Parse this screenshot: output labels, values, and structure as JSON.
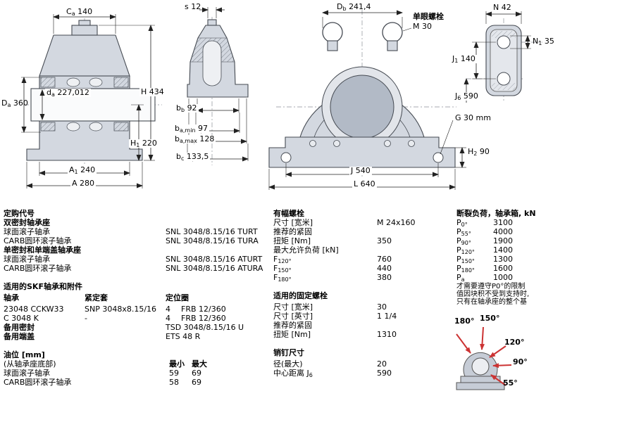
{
  "colors": {
    "accent_red": "#cc3333",
    "drawing_fill": "#d3d8e0"
  },
  "dims": {
    "ca": {
      "base": "C",
      "sub": "a",
      "value": "140"
    },
    "da": {
      "base": "d",
      "sub": "a",
      "value": "227,012"
    },
    "Da": {
      "base": "D",
      "sub": "a",
      "value": "360"
    },
    "H": {
      "base": "H",
      "sub": "",
      "value": "434"
    },
    "H1": {
      "base": "H",
      "sub": "1",
      "value": "220"
    },
    "A1": {
      "base": "A",
      "sub": "1",
      "value": "240"
    },
    "A": {
      "base": "A",
      "sub": "",
      "value": "280"
    },
    "s": {
      "base": "s",
      "sub": "",
      "value": "12"
    },
    "bb": {
      "base": "b",
      "sub": "b",
      "value": "92"
    },
    "bamin": {
      "base": "b",
      "sub": "a,min",
      "value": "97"
    },
    "bamax": {
      "base": "b",
      "sub": "a,max",
      "value": "128"
    },
    "bc": {
      "base": "b",
      "sub": "c",
      "value": "133,5"
    },
    "Db": {
      "base": "D",
      "sub": "b",
      "value": "241,4"
    },
    "J": {
      "base": "J",
      "sub": "",
      "value": "540"
    },
    "L": {
      "base": "L",
      "sub": "",
      "value": "640"
    },
    "G": {
      "base": "G",
      "sub": "",
      "value": "30 mm"
    },
    "H2": {
      "base": "H",
      "sub": "2",
      "value": "90"
    },
    "N": {
      "base": "N",
      "sub": "",
      "value": "42"
    },
    "N1": {
      "base": "N",
      "sub": "1",
      "value": "35"
    },
    "J1": {
      "base": "J",
      "sub": "1",
      "value": "140"
    },
    "J6": {
      "base": "J",
      "sub": "6",
      "value": "590"
    }
  },
  "eyebolt": {
    "label": "单眼螺栓",
    "size": "M 30"
  },
  "ordering": {
    "title": "定购代号",
    "double_seal_heading": "双密封轴承座",
    "rows1": [
      {
        "label": "球面滚子轴承",
        "value": "SNL 3048/8.15/16 TURT"
      },
      {
        "label": "CARB圆环滚子轴承",
        "value": "SNL 3048/8.15/16 TURA"
      }
    ],
    "single_seal_heading": "单密封和单端盖轴承座",
    "rows2": [
      {
        "label": "球面滚子轴承",
        "value": "SNL 3048/8.15/16 ATURT"
      },
      {
        "label": "CARB圆环滚子轴承",
        "value": "SNL 3048/8.15/16 ATURA"
      }
    ]
  },
  "bearings": {
    "title": "适用的SKF轴承和附件",
    "col1": "轴承",
    "col2": "紧定套",
    "col3": "定位圈",
    "rows": [
      {
        "bearing": "23048 CCKW33",
        "sleeve": "SNP 3048x8.15/16",
        "qty": "4",
        "ring": "FRB 12/360"
      },
      {
        "bearing": "C 3048 K",
        "sleeve": "-",
        "qty": "4",
        "ring": "FRB 12/360"
      }
    ],
    "spare_seal_label": "备用密封",
    "spare_seal_value": "TSD 3048/8.15/16 U",
    "spare_cover_label": "备用端盖",
    "spare_cover_value": "ETS 48 R"
  },
  "oil": {
    "title": "油位 [mm]",
    "subtitle": "(从轴承座底部)",
    "min_header": "最小",
    "max_header": "最大",
    "rows": [
      {
        "label": "球面滚子轴承",
        "min": "59",
        "max": "69"
      },
      {
        "label": "CARB圆环滚子轴承",
        "min": "58",
        "max": "69"
      }
    ]
  },
  "cap_bolts": {
    "title": "有幅螺栓",
    "size_label": "尺寸 [宽米]",
    "size_value": "M 24x160",
    "rec_label": "推荐的紧固",
    "torque_label": "扭矩 [Nm]",
    "torque_value": "350",
    "max_load_label": "最大允许负荷 [kN]",
    "loads": [
      {
        "base": "F",
        "sub": "120°",
        "value": "760"
      },
      {
        "base": "F",
        "sub": "150°",
        "value": "440"
      },
      {
        "base": "F",
        "sub": "180°",
        "value": "380"
      }
    ]
  },
  "fixing_bolts": {
    "title": "适用的固定螺栓",
    "metric_label": "尺寸 [宽米]",
    "metric_value": "30",
    "inch_label": "尺寸 [英寸]",
    "inch_value": "1 1/4",
    "rec_label": "推荐的紧固",
    "torque_label": "扭矩 [Nm]",
    "torque_value": "1310"
  },
  "pins": {
    "title": "销钉尺寸",
    "dia_label": "径(最大)",
    "dia_value": "20",
    "cc_label": "中心距离",
    "cc_base": "J",
    "cc_sub": "6",
    "cc_value": "590"
  },
  "breaking": {
    "title": "断裂负荷，轴承箱, kN",
    "rows": [
      {
        "base": "P",
        "sub": "0°",
        "value": "3100"
      },
      {
        "base": "P",
        "sub": "55°",
        "value": "4000"
      },
      {
        "base": "P",
        "sub": "90°",
        "value": "1900"
      },
      {
        "base": "P",
        "sub": "120°",
        "value": "1400"
      },
      {
        "base": "P",
        "sub": "150°",
        "value": "1300"
      },
      {
        "base": "P",
        "sub": "180°",
        "value": "1600"
      },
      {
        "base": "P",
        "sub": "a",
        "value": "1000"
      }
    ],
    "notes": [
      "才需要遵守P0°的限制",
      "值因块积不受到支持时,",
      "只有在轴承座的整个基"
    ],
    "angles": [
      "180°",
      "150°",
      "120°",
      "90°",
      "55°"
    ]
  }
}
